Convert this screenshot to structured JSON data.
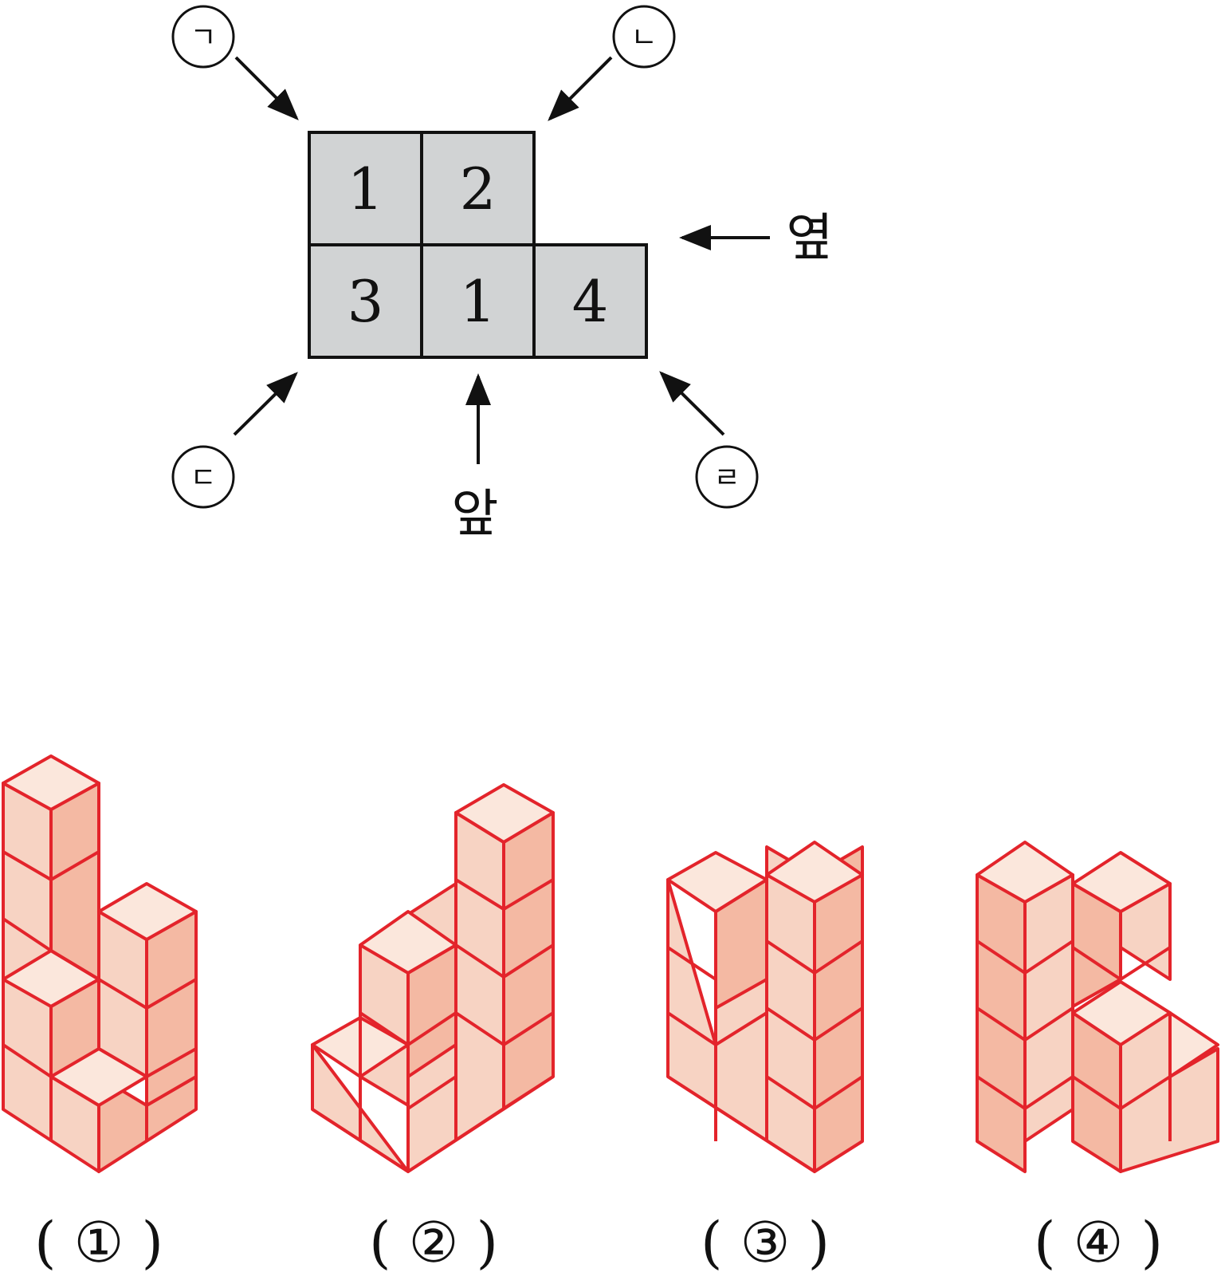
{
  "grid": {
    "rows": [
      [
        1,
        2,
        null
      ],
      [
        3,
        1,
        4
      ]
    ]
  },
  "labels": {
    "corner_tl": "ㄱ",
    "corner_tr": "ㄴ",
    "corner_bl": "ㄷ",
    "corner_br": "ㄹ",
    "front": "앞",
    "side": "옆"
  },
  "options": [
    {
      "label": "( ① )",
      "columns": [
        4,
        3,
        2,
        1
      ]
    },
    {
      "label": "( ② )",
      "columns": [
        4,
        3,
        2,
        1
      ]
    },
    {
      "label": "( ③ )",
      "columns": [
        4,
        3,
        4,
        4
      ]
    },
    {
      "label": "( ④ )",
      "columns": [
        4,
        3,
        2,
        1
      ]
    }
  ],
  "colors": {
    "cell_fill": "#d1d3d4",
    "grid_stroke": "#111111",
    "cube_stroke": "#e3242b",
    "cube_top": "#fbe7dc",
    "cube_left": "#f7d3c3",
    "cube_right": "#f4b9a3"
  }
}
